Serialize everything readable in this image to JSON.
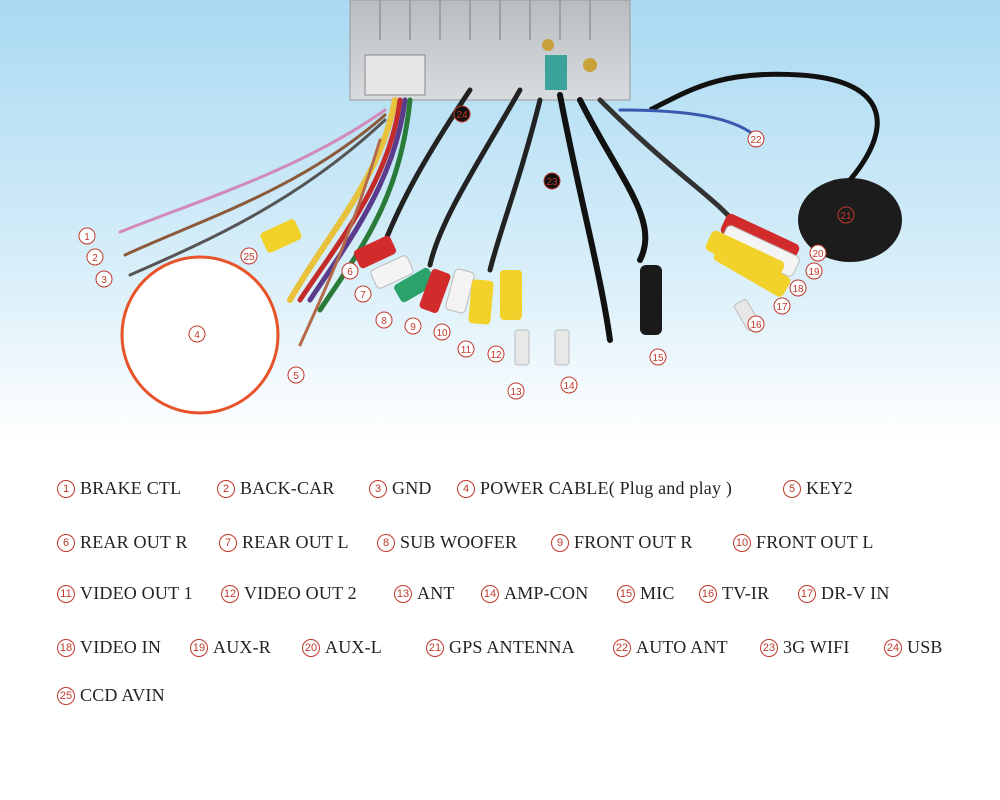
{
  "diagram": {
    "callout_numbers": [
      "1",
      "2",
      "3",
      "4",
      "5",
      "6",
      "7",
      "8",
      "9",
      "10",
      "11",
      "12",
      "13",
      "14",
      "15",
      "16",
      "17",
      "18",
      "19",
      "20",
      "21",
      "22",
      "23",
      "24",
      "25"
    ]
  },
  "legend": {
    "items": [
      {
        "num": "1",
        "label": "BRAKE CTL"
      },
      {
        "num": "2",
        "label": "BACK-CAR"
      },
      {
        "num": "3",
        "label": "GND"
      },
      {
        "num": "4",
        "label": "POWER CABLE( Plug and play )"
      },
      {
        "num": "5",
        "label": "KEY2"
      },
      {
        "num": "6",
        "label": "REAR OUT R"
      },
      {
        "num": "7",
        "label": "REAR OUT L"
      },
      {
        "num": "8",
        "label": "SUB WOOFER"
      },
      {
        "num": "9",
        "label": "FRONT OUT R"
      },
      {
        "num": "10",
        "label": "FRONT OUT L"
      },
      {
        "num": "11",
        "label": "VIDEO OUT 1"
      },
      {
        "num": "12",
        "label": "VIDEO OUT 2"
      },
      {
        "num": "13",
        "label": "ANT"
      },
      {
        "num": "14",
        "label": "AMP-CON"
      },
      {
        "num": "15",
        "label": "MIC"
      },
      {
        "num": "16",
        "label": "TV-IR"
      },
      {
        "num": "17",
        "label": "DR-V IN"
      },
      {
        "num": "18",
        "label": "VIDEO IN"
      },
      {
        "num": "19",
        "label": "AUX-R"
      },
      {
        "num": "20",
        "label": "AUX-L"
      },
      {
        "num": "21",
        "label": "GPS ANTENNA"
      },
      {
        "num": "22",
        "label": "AUTO ANT"
      },
      {
        "num": "23",
        "label": "3G WIFI"
      },
      {
        "num": "24",
        "label": "USB"
      },
      {
        "num": "25",
        "label": "CCD AVIN"
      }
    ]
  },
  "colors": {
    "accent": "#c0392b",
    "power_circle": "#e8532a",
    "sky_top": "#a9d9f2"
  }
}
